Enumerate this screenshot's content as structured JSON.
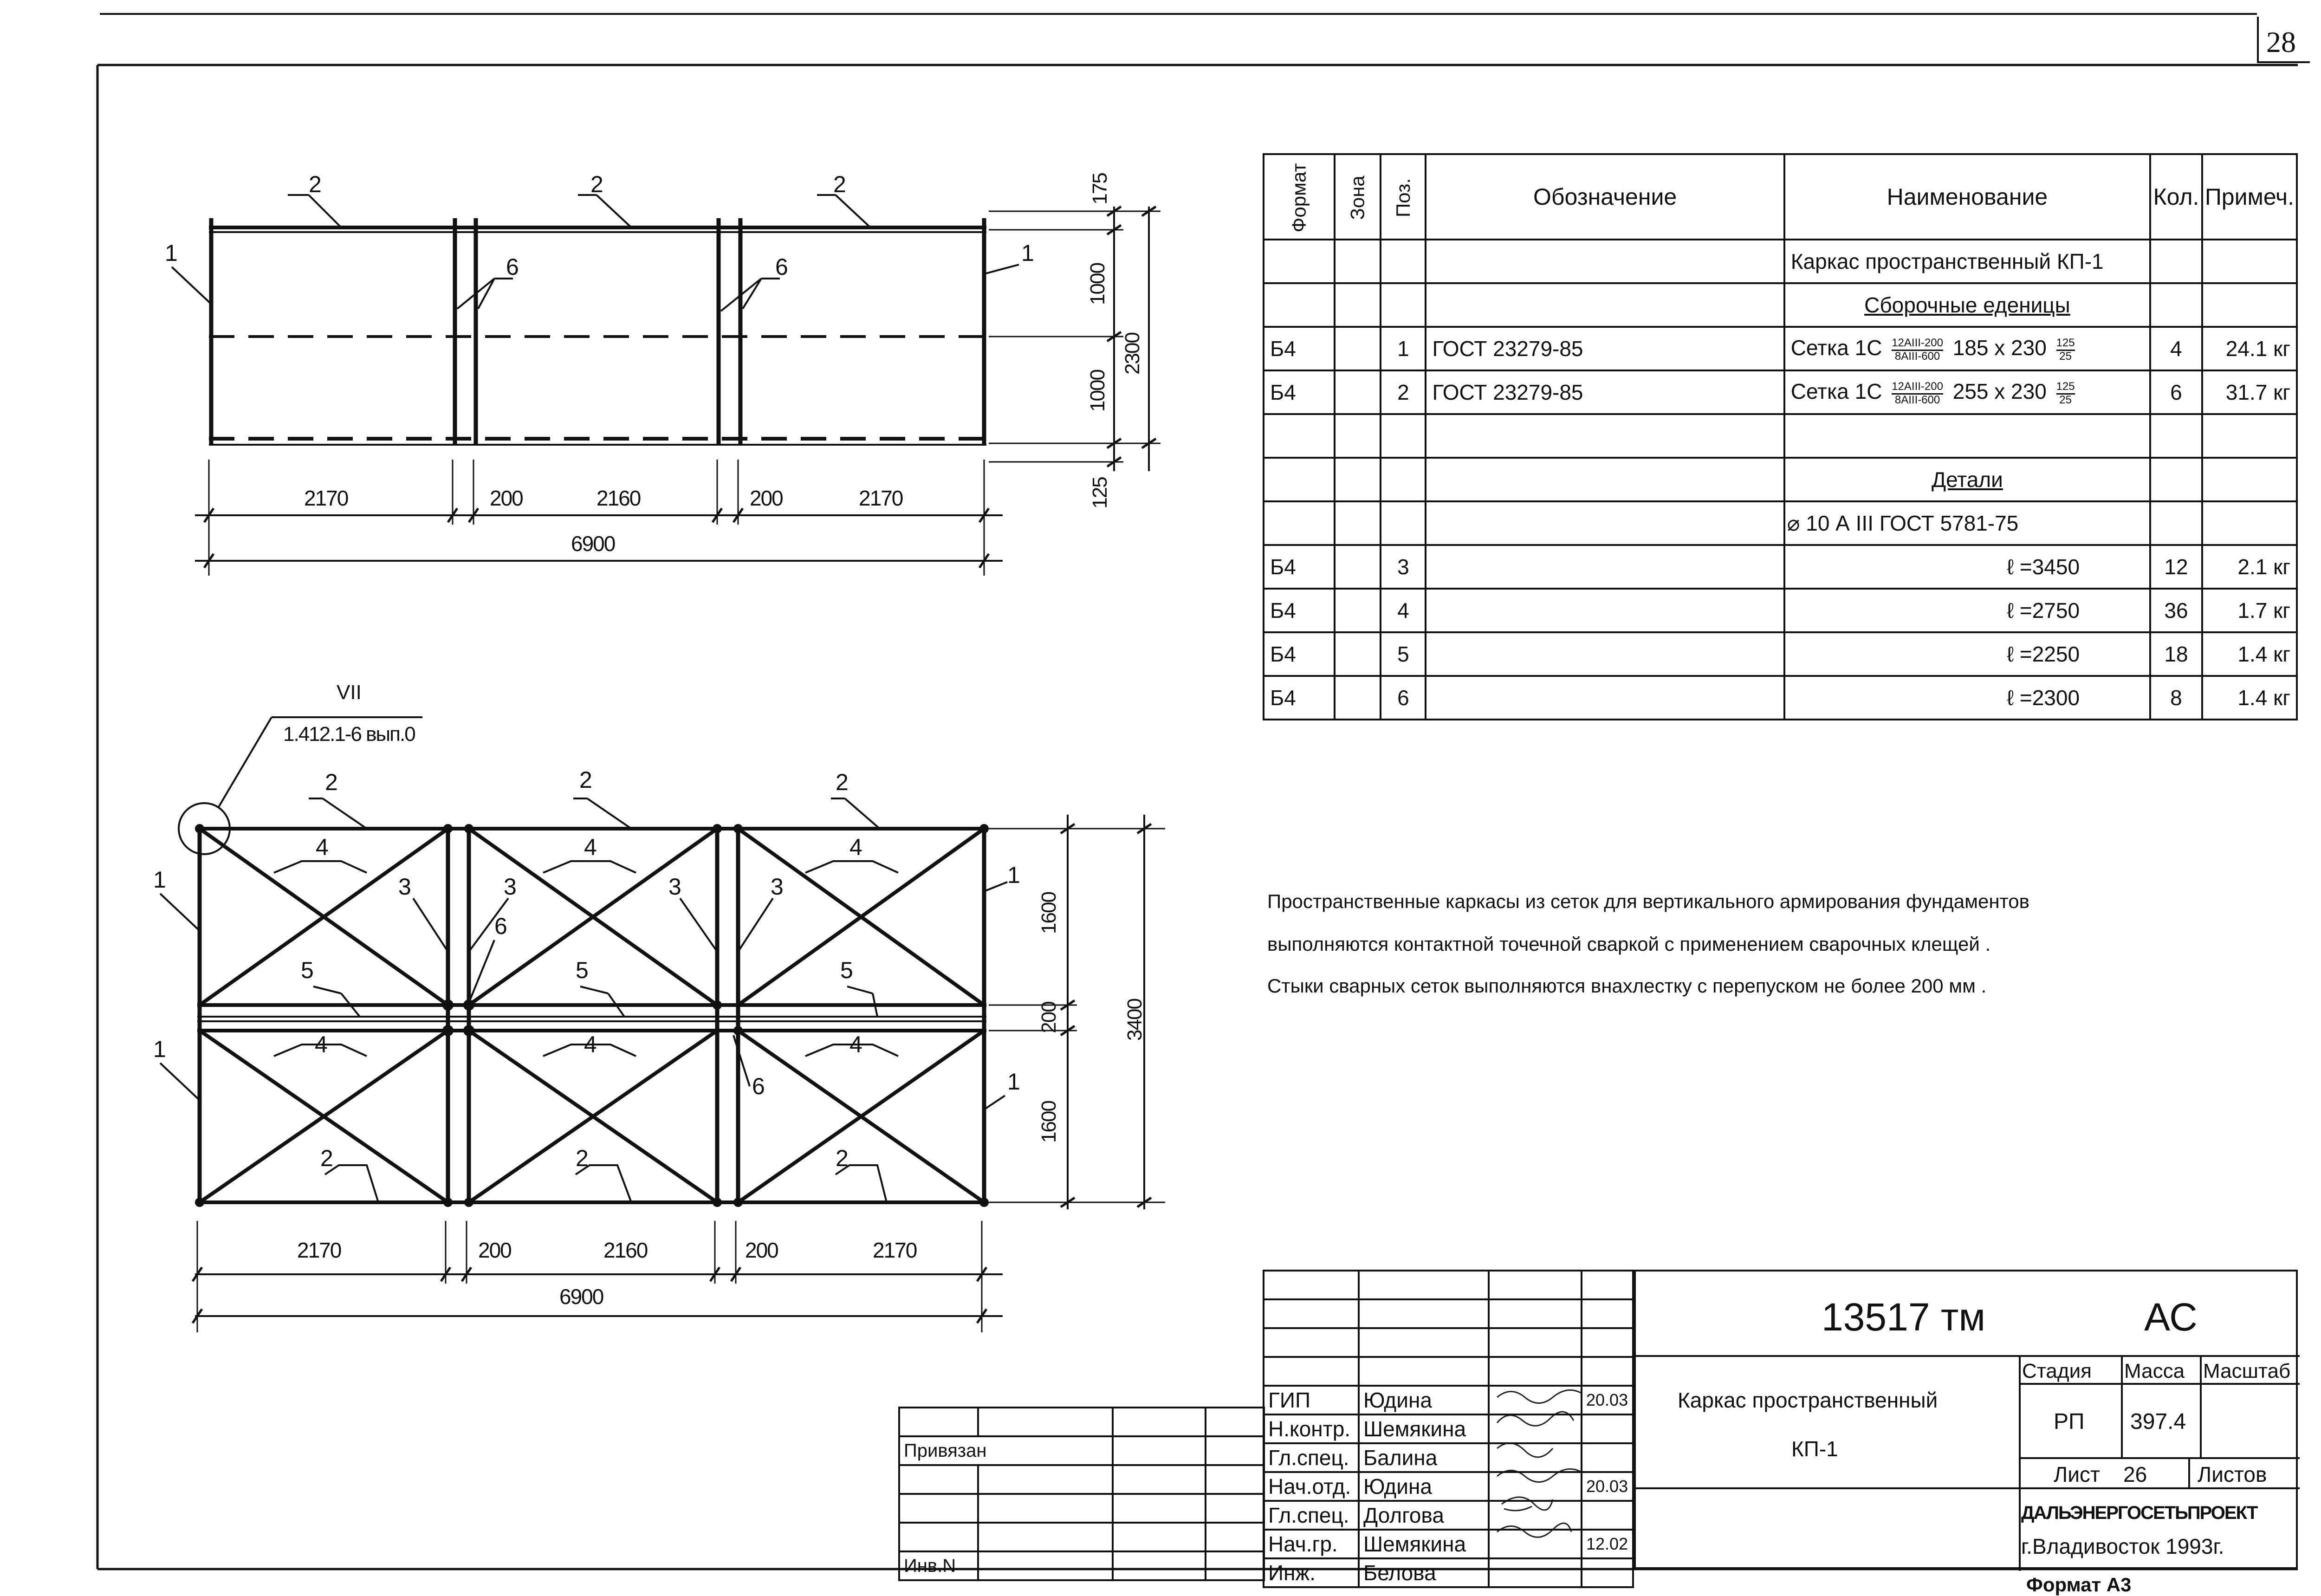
{
  "sheet_number": "28",
  "top_drawing": {
    "labels": {
      "pos1_left": "1",
      "pos1_right": "1",
      "pos2": "2",
      "pos6": "6"
    },
    "dims_h": [
      "2170",
      "200",
      "2160",
      "200",
      "2170"
    ],
    "total_h": "6900",
    "dims_v": [
      "175",
      "1000",
      "1000",
      "125"
    ],
    "total_v": "2300"
  },
  "bottom_drawing": {
    "callout_top": "VII",
    "callout_bottom": "1.412.1-6 вып.0",
    "labels": {
      "p1": "1",
      "p2": "2",
      "p3": "3",
      "p4": "4",
      "p5": "5",
      "p6": "6"
    },
    "dims_h": [
      "2170",
      "200",
      "2160",
      "200",
      "2170"
    ],
    "total_h": "6900",
    "dims_v": [
      "1600",
      "200",
      "1600"
    ],
    "total_v": "3400"
  },
  "spec_table": {
    "headers": {
      "format": "Формат",
      "zone": "Зона",
      "pos": "Поз.",
      "designation": "Обозначение",
      "name": "Наименование",
      "qty": "Кол.",
      "note": "Примеч."
    },
    "title_row": "Каркас пространственный КП-1",
    "section_assembly": "Сборочные еденицы",
    "rows_assembly": [
      {
        "format": "Б4",
        "pos": "1",
        "designation": "ГОСТ 23279-85",
        "name_prefix": "Сетка 1С",
        "frac_top": "12АIII-200",
        "frac_bottom": "8АIII-600",
        "size": "185 х 230",
        "ov_top": "125",
        "ov_bottom": "25",
        "qty": "4",
        "note": "24.1 кг"
      },
      {
        "format": "Б4",
        "pos": "2",
        "designation": "ГОСТ 23279-85",
        "name_prefix": "Сетка 1С",
        "frac_top": "12АIII-200",
        "frac_bottom": "8АIII-600",
        "size": "255 х 230",
        "ov_top": "125",
        "ov_bottom": "25",
        "qty": "6",
        "note": "31.7 кг"
      }
    ],
    "section_details": "Детали",
    "details_material": "⌀ 10 А III  ГОСТ 5781-75",
    "rows_details": [
      {
        "format": "Б4",
        "pos": "3",
        "length": "ℓ =3450",
        "qty": "12",
        "note": "2.1 кг"
      },
      {
        "format": "Б4",
        "pos": "4",
        "length": "ℓ =2750",
        "qty": "36",
        "note": "1.7 кг"
      },
      {
        "format": "Б4",
        "pos": "5",
        "length": "ℓ =2250",
        "qty": "18",
        "note": "1.4 кг"
      },
      {
        "format": "Б4",
        "pos": "6",
        "length": "ℓ =2300",
        "qty": "8",
        "note": "1.4 кг"
      }
    ]
  },
  "notes": [
    "Пространственные каркасы из сеток для вертикального армирования фундаментов",
    "выполняются контактной точечной сваркой с применением сварочных клещей .",
    "Стыки сварных сеток выполняются внахлестку с перепуском не более 200 мм ."
  ],
  "stamp": {
    "doc_code": "13517 тм",
    "mark": "АС",
    "title_line1": "Каркас пространственный",
    "title_line2": "КП-1",
    "stage_label": "Стадия",
    "mass_label": "Масса",
    "scale_label": "Масштаб",
    "stage": "РП",
    "mass": "397.4",
    "sheet_label": "Лист",
    "sheet": "26",
    "sheets_label": "Листов",
    "org_line1": "ДАЛЬЭНЕРГОСЕТЬПРОЕКТ",
    "org_line2": "г.Владивосток  1993г.",
    "format": "Формат  А3",
    "people": [
      {
        "role": "ГИП",
        "name": "Юдина",
        "date": "20.03"
      },
      {
        "role": "Н.контр.",
        "name": "Шемякина",
        "date": ""
      },
      {
        "role": "Гл.спец.",
        "name": "Балина",
        "date": ""
      },
      {
        "role": "Нач.отд.",
        "name": "Юдина",
        "date": "20.03"
      },
      {
        "role": "Гл.спец.",
        "name": "Долгова",
        "date": ""
      },
      {
        "role": "Нач.гр.",
        "name": "Шемякина",
        "date": "12.02"
      },
      {
        "role": "Инж.",
        "name": "Белова",
        "date": ""
      }
    ],
    "privyazan": "Привязан",
    "inv": "Инв.N"
  }
}
